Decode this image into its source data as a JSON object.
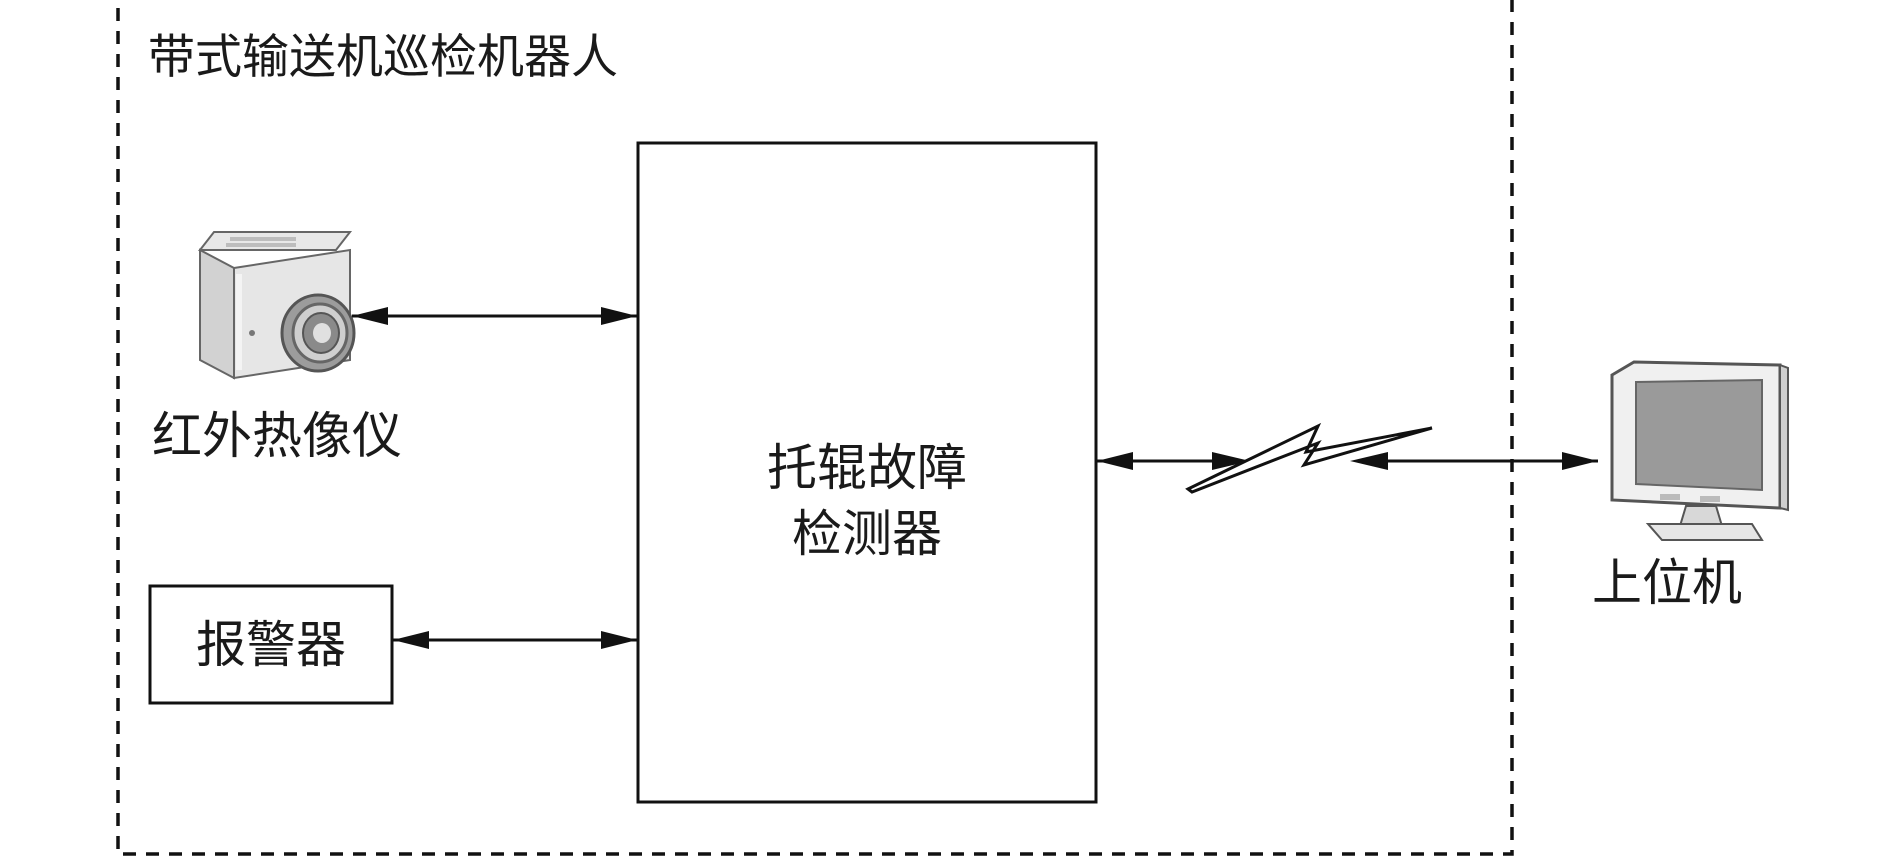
{
  "diagram": {
    "group_title": "带式输送机巡检机器人",
    "nodes": {
      "camera": {
        "label": "红外热像仪",
        "icon": "thermal-camera-icon"
      },
      "alarm": {
        "label": "报警器"
      },
      "detector": {
        "label_line1": "托辊故障",
        "label_line2": "检测器"
      },
      "host": {
        "label": "上位机",
        "icon": "monitor-icon"
      }
    },
    "links": [
      {
        "from": "camera",
        "to": "detector",
        "type": "bidirectional"
      },
      {
        "from": "alarm",
        "to": "detector",
        "type": "bidirectional"
      },
      {
        "from": "detector",
        "to": "host",
        "type": "bidirectional-wireless"
      }
    ],
    "colors": {
      "stroke": "#111111",
      "monitor_screen": "#9a9a9a"
    }
  }
}
